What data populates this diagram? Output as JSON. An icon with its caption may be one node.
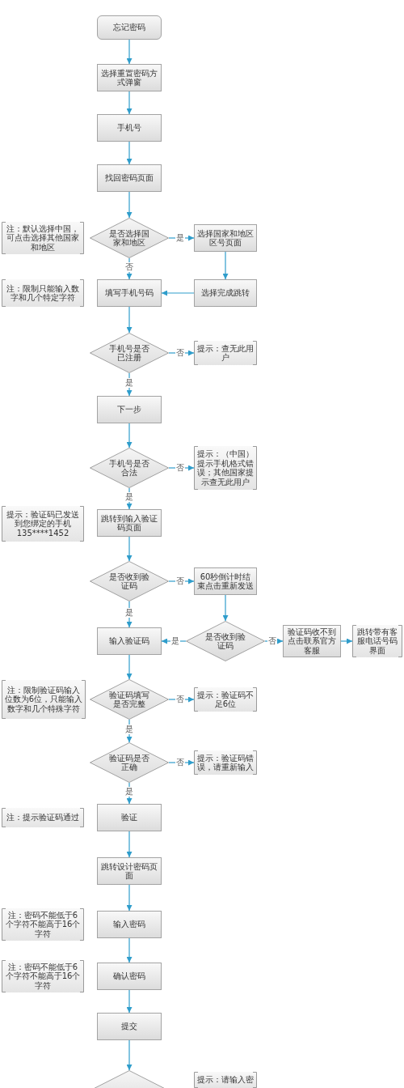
{
  "diagram": {
    "nodes": [
      {
        "text": [
          "忘记密码"
        ]
      },
      {
        "text": [
          "选择重置密码方式弹窗"
        ]
      },
      {
        "text": [
          "手机号"
        ]
      },
      {
        "text": [
          "找回密码页面"
        ]
      },
      {
        "text": [
          "注：默认选择中国，可点击选择其他国家和地区"
        ]
      },
      {
        "text": [
          "是否选择国家和地区"
        ]
      },
      {
        "text": [
          "选择国家和地区区号页面"
        ]
      },
      {
        "text": [
          "注：限制只能输入数字和几个特定字符"
        ]
      },
      {
        "text": [
          "填写手机号码"
        ]
      },
      {
        "text": [
          "选择完成跳转"
        ]
      },
      {
        "text": [
          "手机号是否已注册"
        ]
      },
      {
        "text": [
          "提示：查无此用户"
        ]
      },
      {
        "text": [
          "下一步"
        ]
      },
      {
        "text": [
          "手机号是否合法"
        ]
      },
      {
        "text": [
          "提示：（中国）提示手机格式错误；其他国家提示查无此用户"
        ]
      },
      {
        "text": [
          "提示：验证码已发送到您绑定的手机135****1452"
        ]
      },
      {
        "text": [
          "跳转到输入验证码页面"
        ]
      },
      {
        "text": [
          "是否收到验证码"
        ]
      },
      {
        "text": [
          "60秒倒计时结束点击重新发送"
        ]
      },
      {
        "text": [
          "输入验证码"
        ]
      },
      {
        "text": [
          "是否收到验证码"
        ]
      },
      {
        "text": [
          "验证码收不到点击联系官方客服"
        ]
      },
      {
        "text": [
          "跳转带有客服电话号码界面"
        ]
      },
      {
        "text": [
          "注：限制验证码输入位数为6位，只能输入数字和几个特殊字符"
        ]
      },
      {
        "text": [
          "验证码填写是否完整"
        ]
      },
      {
        "text": [
          "提示：验证码不足6位"
        ]
      },
      {
        "text": [
          "验证码是否正确"
        ]
      },
      {
        "text": [
          "提示：验证码错误，请重新输入"
        ]
      },
      {
        "text": [
          "注：提示验证码通过"
        ]
      },
      {
        "text": [
          "验证"
        ]
      },
      {
        "text": [
          "跳转设计密码页面"
        ]
      },
      {
        "text": [
          "注：密码不能低于6个字符不能高于16个字符"
        ]
      },
      {
        "text": [
          "输入密码"
        ]
      },
      {
        "text": [
          "注：密码不能低于6个字符不能高于16个字符"
        ]
      },
      {
        "text": [
          "确认密码"
        ]
      },
      {
        "text": [
          "提交"
        ]
      },
      {
        "text": [],
        "shape": "diamond"
      },
      {
        "text": [
          "提示：请输入密"
        ]
      }
    ],
    "edges": [
      {
        "from": 0,
        "to": 1,
        "arrow": "to"
      },
      {
        "from": 1,
        "to": 2,
        "arrow": "to"
      },
      {
        "from": 2,
        "to": 3,
        "arrow": "to"
      },
      {
        "from": 3,
        "to": 5,
        "arrow": "to"
      },
      {
        "from": 5,
        "to": 6,
        "arrow": "to",
        "label": "是"
      },
      {
        "from": 5,
        "to": 8,
        "arrow": "to",
        "label": "否"
      },
      {
        "from": 6,
        "to": 9,
        "arrow": "to"
      },
      {
        "from": 9,
        "to": 8,
        "arrow": "to"
      },
      {
        "from": 8,
        "to": 10,
        "arrow": "to"
      },
      {
        "from": 10,
        "to": 11,
        "arrow": "to",
        "label": "否"
      },
      {
        "from": 10,
        "to": 12,
        "arrow": "to",
        "label": "是"
      },
      {
        "from": 12,
        "to": 13,
        "arrow": "to"
      },
      {
        "from": 13,
        "to": 14,
        "arrow": "to",
        "label": "否"
      },
      {
        "from": 13,
        "to": 16,
        "arrow": "to",
        "label": "是"
      },
      {
        "from": 16,
        "to": 17,
        "arrow": "to"
      },
      {
        "from": 17,
        "to": 18,
        "arrow": "to",
        "label": "否"
      },
      {
        "from": 17,
        "to": 19,
        "arrow": "to",
        "label": "是"
      },
      {
        "from": 18,
        "to": 20,
        "arrow": "to"
      },
      {
        "from": 20,
        "to": 19,
        "arrow": "to",
        "label": "是"
      },
      {
        "from": 20,
        "to": 21,
        "arrow": "to",
        "label": "否"
      },
      {
        "from": 21,
        "to": 22,
        "arrow": "to"
      },
      {
        "from": 19,
        "to": 24,
        "arrow": "to"
      },
      {
        "from": 24,
        "to": 25,
        "arrow": "to",
        "label": "否"
      },
      {
        "from": 24,
        "to": 26,
        "arrow": "to",
        "label": "是"
      },
      {
        "from": 26,
        "to": 27,
        "arrow": "to",
        "label": "否"
      },
      {
        "from": 26,
        "to": 29,
        "arrow": "to",
        "label": "是"
      },
      {
        "from": 29,
        "to": 30,
        "arrow": "to"
      },
      {
        "from": 30,
        "to": 32,
        "arrow": "to"
      },
      {
        "from": 32,
        "to": 34,
        "arrow": "to"
      },
      {
        "from": 34,
        "to": 35,
        "arrow": "to"
      },
      {
        "from": 35,
        "to": 36,
        "arrow": "to"
      }
    ]
  }
}
